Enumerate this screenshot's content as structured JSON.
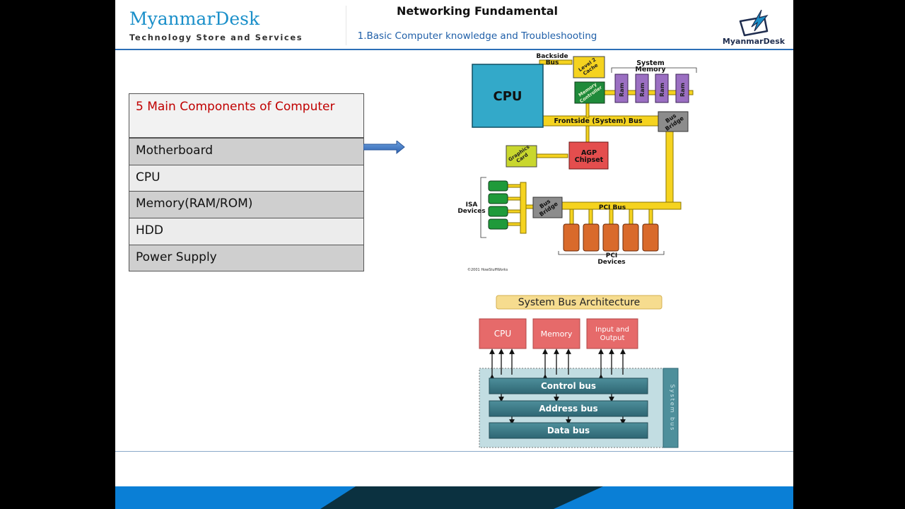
{
  "header": {
    "brand_name": "MyanmarDesk",
    "brand_tagline": "Technology Store and  Services",
    "title": "Networking Fundamental",
    "subtitle": "1.Basic Computer knowledge and Troubleshooting",
    "logo_text": "MyanmarDesk"
  },
  "components_table": {
    "title": "5 Main Components of Computer",
    "rows": [
      "Motherboard",
      "CPU",
      "Memory(RAM/ROM)",
      "HDD",
      "Power Supply"
    ]
  },
  "hsw_diagram": {
    "cpu": "CPU",
    "backside_bus": [
      "Backside",
      "Bus"
    ],
    "level2_cache": [
      "Level 2",
      "Cache"
    ],
    "system_memory": [
      "System",
      "Memory"
    ],
    "ram": "Ram",
    "memory_controller": [
      "Memory",
      "Controller"
    ],
    "frontside_bus": "Frontside (System) Bus",
    "bus_bridge": [
      "Bus",
      "Bridge"
    ],
    "graphics_card": [
      "Graphics",
      "Card"
    ],
    "agp_chipset": [
      "AGP",
      "Chipset"
    ],
    "isa_devices": [
      "ISA",
      "Devices"
    ],
    "pci_bus": "PCI Bus",
    "pci_devices": [
      "PCI",
      "Devices"
    ],
    "copyright": "©2001 HowStuffWorks"
  },
  "bus_architecture": {
    "title": "System Bus Architecture",
    "blocks": [
      "CPU",
      "Memory",
      [
        "Input and",
        "Output"
      ]
    ],
    "buses": [
      "Control bus",
      "Address bus",
      "Data bus"
    ],
    "side_label": "System bus"
  },
  "colors": {
    "brand_blue": "#1a8fc9",
    "header_line": "#2c6fb7",
    "table_title": "#c00000",
    "bus_yellow": "#f5d31f",
    "cpu_teal": "#33a9c9",
    "footer_blue": "#0a7fd6",
    "footer_dark": "#0b3140"
  }
}
